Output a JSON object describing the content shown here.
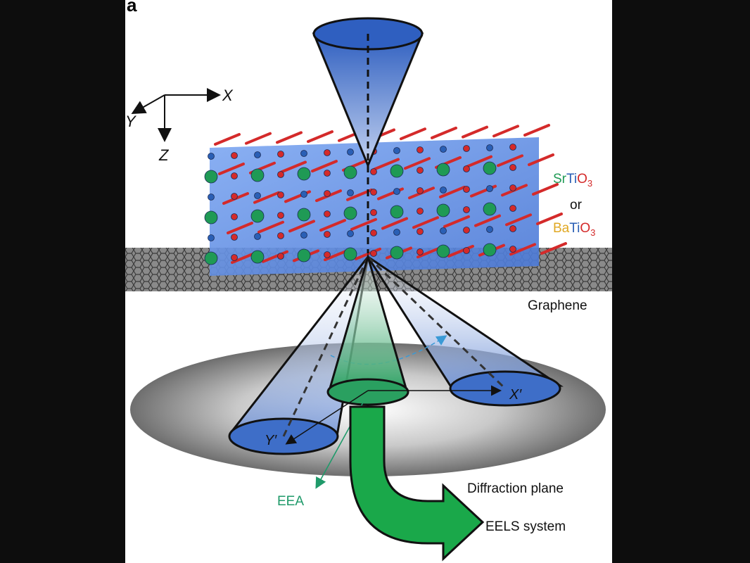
{
  "figure": {
    "panel_label": "a",
    "axes": {
      "x": "X",
      "y": "Y",
      "z": "Z"
    },
    "material": {
      "option1_prefix": "Sr",
      "option1_mid": "Ti",
      "option1_o": "O",
      "option1_sub": "3",
      "or": "or",
      "option2_prefix": "Ba",
      "option2_mid": "Ti",
      "option2_o": "O",
      "option2_sub": "3"
    },
    "labels": {
      "graphene": "Graphene",
      "diffraction_plane": "Diffraction plane",
      "eels_system": "EELS system",
      "eea": "EEA",
      "x_prime": "X′",
      "y_prime": "Y′"
    },
    "colors": {
      "sr_green": "#1f9a55",
      "ba_yellow": "#e0a823",
      "ti_blue": "#2a5fb5",
      "o_red": "#d42a2a",
      "cone_blue": "#3e6ec8",
      "eea_green": "#2aa060",
      "arrow_green": "#1aa84a"
    }
  }
}
